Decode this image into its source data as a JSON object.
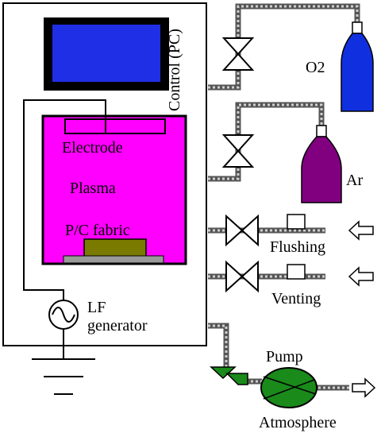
{
  "labels": {
    "control": "Control (PC)",
    "electrode": "Electrode",
    "plasma": "Plasma",
    "fabric": "P/C fabric",
    "generator_line1": "LF",
    "generator_line2": "generator",
    "o2": "O2",
    "ar": "Ar",
    "flushing": "Flushing",
    "venting": "Venting",
    "pump": "Pump",
    "atmosphere": "Atmosphere"
  },
  "colors": {
    "monitor_screen": "#1f2fe6",
    "chamber": "#ff00ff",
    "fabric": "#7a7a00",
    "o2_cylinder": "#1030e0",
    "ar_cylinder": "#800080",
    "pump": "#1a8a1a",
    "pipe": "#555555"
  },
  "icons": {
    "generator": "ac-source-symbol",
    "ground": "ground-symbol",
    "valve": "bowtie-valve-icon",
    "arrow": "outline-arrow-right-icon"
  }
}
